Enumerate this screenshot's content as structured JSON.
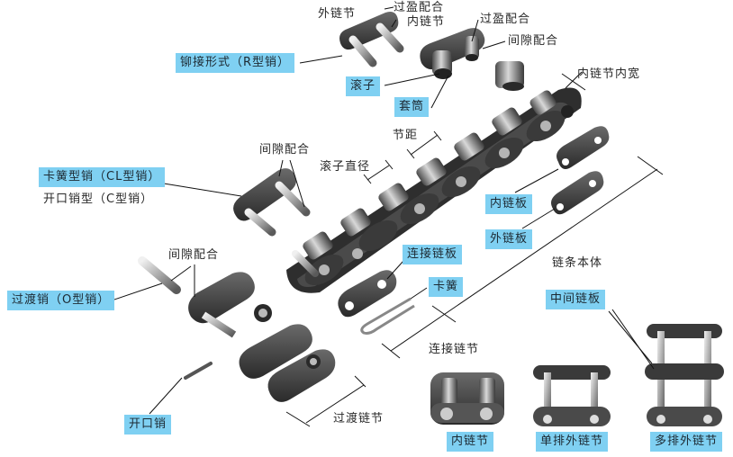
{
  "diagram": {
    "type": "exploded-view",
    "subject": "roller chain",
    "colors": {
      "tag_bg": "#7fd0f2",
      "line": "#111111",
      "metal_dark": "#3a3a3a",
      "metal_light": "#c8c8c8",
      "background": "#ffffff"
    }
  },
  "labels": {
    "outer_link": "外链节",
    "interference_fit_1": "过盈配合",
    "inner_link_top": "内链节",
    "interference_fit_2": "过盈配合",
    "clearance_fit_1": "间隙配合",
    "inner_link_width": "内链节内宽",
    "pitch": "节距",
    "roller_diameter": "滚子直径",
    "clearance_fit_2": "间隙配合",
    "cotter_type": "开口销型（C型销）",
    "clearance_fit_3": "间隙配合",
    "chain_body": "链条本体",
    "connecting_link": "连接链节",
    "offset_link": "过渡链节"
  },
  "tags": {
    "riveted": "铆接形式（R型销）",
    "roller": "滚子",
    "bushing": "套筒",
    "spring_clip_type": "卡簧型销（CL型销）",
    "transition_pin": "过渡销（O型销）",
    "inner_plate": "内链板",
    "outer_plate": "外链板",
    "connecting_plate": "连接链板",
    "spring_clip": "卡簧",
    "middle_plate": "中间链板",
    "cotter_pin": "开口销",
    "inner_link": "内链节",
    "single_outer_link": "单排外链节",
    "multi_outer_link": "多排外链节"
  }
}
